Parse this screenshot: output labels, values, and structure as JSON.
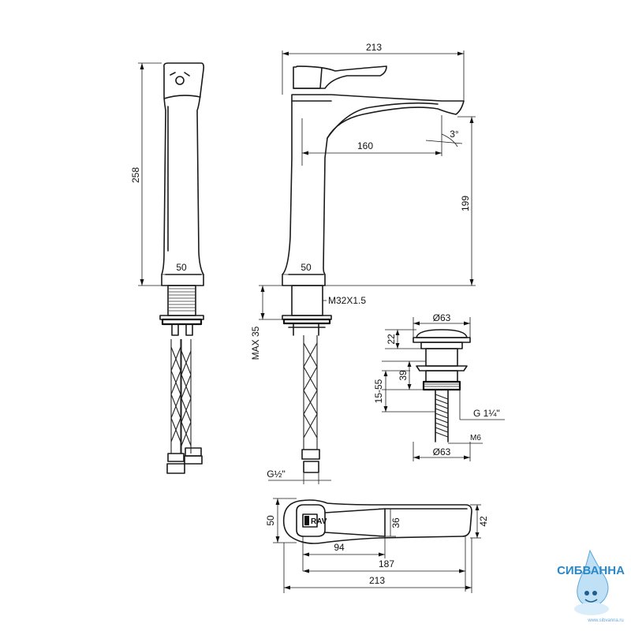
{
  "dimensions": {
    "side_height": "258",
    "side_base_width": "50",
    "front_width": "213",
    "spout_reach": "160",
    "front_height": "199",
    "front_base_width": "50",
    "thread": "M32X1.5",
    "max_thickness": "MAX 35",
    "hose_thread": "G½\"",
    "spout_angle": "3°",
    "waste_top_dia": "Ø63",
    "waste_cap_height": "22",
    "waste_body_height": "39",
    "waste_range": "15-55",
    "waste_thread": "G 1¼\"",
    "waste_screw": "M6",
    "waste_bottom_dia": "Ø63",
    "top_depth": "50",
    "top_handle_depth": "36",
    "top_spout_depth": "42",
    "top_len_94": "94",
    "top_len_187": "187",
    "top_len_213": "213"
  },
  "logo": {
    "brand": "СИБВАННА",
    "url": "www.sibvanna.ru"
  },
  "colors": {
    "line": "#1a1a1a",
    "brand": "#2a88c8"
  }
}
